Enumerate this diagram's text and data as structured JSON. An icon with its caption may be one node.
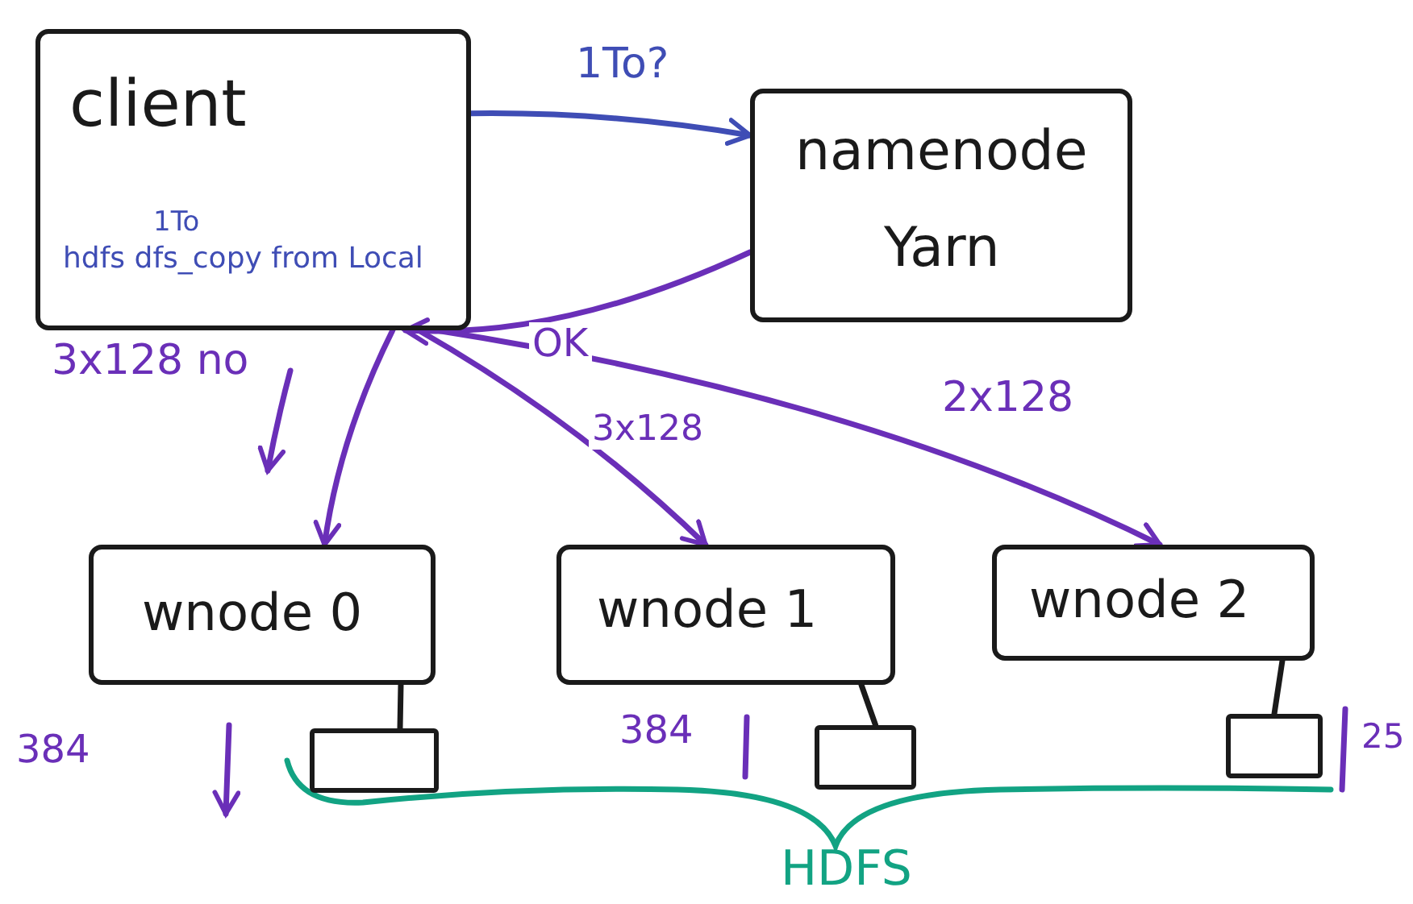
{
  "diagram": {
    "nodes": [
      {
        "text": [
          "client",
          "1To",
          "hdfs dfs_copy from Local"
        ]
      },
      {
        "text": [
          "namenode",
          "Yarn"
        ]
      },
      {
        "text": [
          "wnode 0"
        ]
      },
      {
        "text": [
          "wnode 1"
        ]
      },
      {
        "text": [
          "wnode 2"
        ]
      },
      {
        "text": [],
        "shape": "box"
      },
      {
        "text": [],
        "shape": "box"
      },
      {
        "text": [],
        "shape": "box"
      }
    ],
    "edges": [
      {
        "from": 0,
        "to": 1,
        "arrow": "to",
        "label": "1To?",
        "color": "#3f4db5"
      },
      {
        "from": 1,
        "to": 0,
        "arrow": "to",
        "label": "OK"
      },
      {
        "from": 0,
        "to": 2,
        "arrow": "to"
      },
      {
        "from": 0,
        "to": 3,
        "arrow": "to",
        "label": "3x128"
      },
      {
        "from": 0,
        "to": 4,
        "arrow": "to",
        "label": "2x128"
      },
      {
        "from": 2,
        "to": 5,
        "arrow": "none",
        "color": "#1a1a1a"
      },
      {
        "from": 3,
        "to": 6,
        "arrow": "none",
        "color": "#1a1a1a"
      },
      {
        "from": 4,
        "to": 7,
        "arrow": "none",
        "color": "#1a1a1a"
      }
    ],
    "labels": [
      "3x128 no",
      "384",
      "384",
      "25",
      "HDFS"
    ]
  }
}
